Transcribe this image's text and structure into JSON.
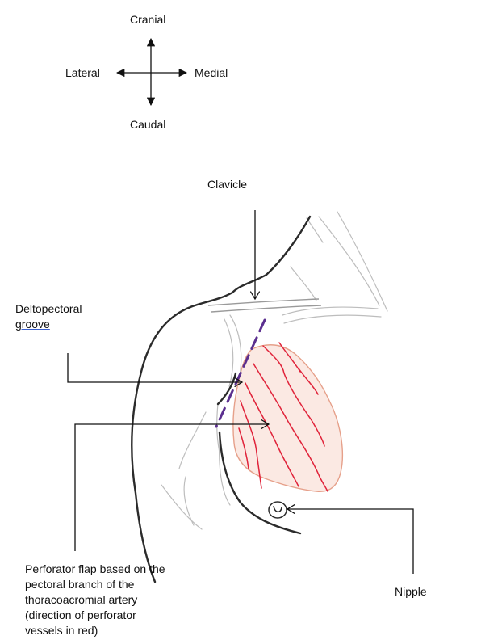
{
  "compass": {
    "cranial": "Cranial",
    "caudal": "Caudal",
    "lateral": "Lateral",
    "medial": "Medial"
  },
  "labels": {
    "clavicle": "Clavicle",
    "deltopectoral_line1": "Deltopectoral",
    "deltopectoral_line2": "groove",
    "nipple": "Nipple",
    "flap_lines": [
      "Perforator flap based on the",
      "pectoral branch of the",
      "thoracoacromial artery",
      "(direction of perforator",
      "vessels in red)"
    ]
  },
  "colors": {
    "outline": "#2b2b2b",
    "sketch": "#b8b8b8",
    "flap_edge": "#e6a08a",
    "flap_fill": "#fbe9e3",
    "vessels": "#e0233a",
    "groove_dash": "#5b2f8f",
    "underline": "#3a5fcd"
  }
}
